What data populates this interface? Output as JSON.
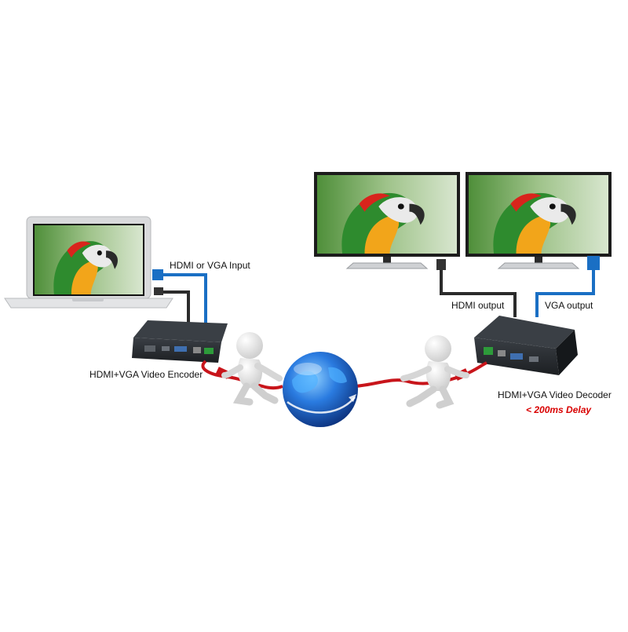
{
  "labels": {
    "input": "HDMI or VGA Input",
    "encoder": "HDMI+VGA Video Encoder",
    "hdmi_output": "HDMI output",
    "vga_output": "VGA output",
    "decoder": "HDMI+VGA Video Decoder",
    "delay": "< 200ms Delay"
  },
  "colors": {
    "background": "#ffffff",
    "device_body": "#23272b",
    "hdmi_cable": "#2b2b2b",
    "vga_cable": "#1a6fc4",
    "network_cable": "#c8151b",
    "globe": "#1f64c8",
    "delay_text": "#d90000"
  },
  "icons": [
    "laptop-icon",
    "monitor-icon",
    "encoder-device-icon",
    "decoder-device-icon",
    "globe-icon",
    "person-figure-icon",
    "parrot-image-icon"
  ]
}
